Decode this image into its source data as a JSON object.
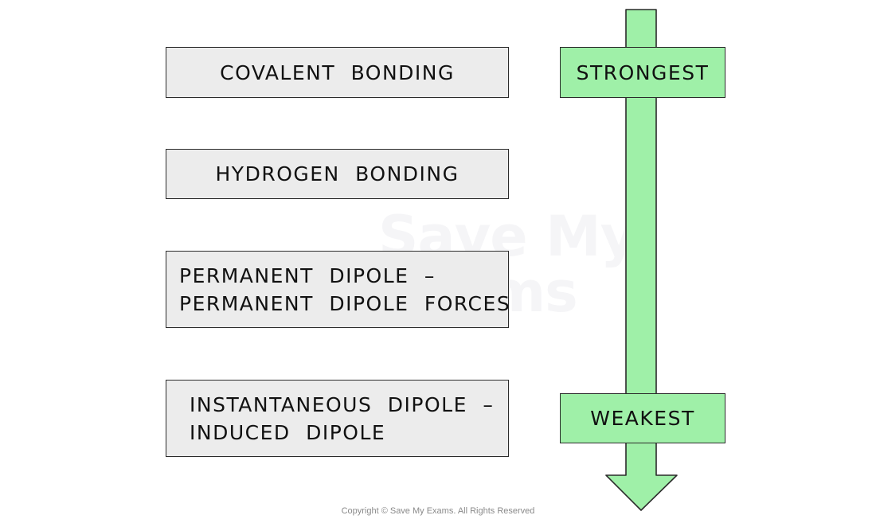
{
  "diagram": {
    "bond_types": [
      {
        "lines": [
          "COVALENT BONDING"
        ]
      },
      {
        "lines": [
          "HYDROGEN BONDING"
        ]
      },
      {
        "lines": [
          "PERMANENT DIPOLE –",
          "PERMANENT DIPOLE FORCES"
        ]
      },
      {
        "lines": [
          "INSTANTANEOUS DIPOLE –",
          "INDUCED DIPOLE"
        ]
      }
    ],
    "scale": {
      "top_label": "STRONGEST",
      "bottom_label": "WEAKEST"
    },
    "colors": {
      "box_fill": "#ececec",
      "arrow_fill": "#9ff0a8",
      "outline": "#2b2b2b"
    }
  },
  "watermark": {
    "lines": [
      "Save My",
      "Exams"
    ]
  },
  "footer": {
    "copyright": "Copyright © Save My Exams. All Rights Reserved"
  }
}
